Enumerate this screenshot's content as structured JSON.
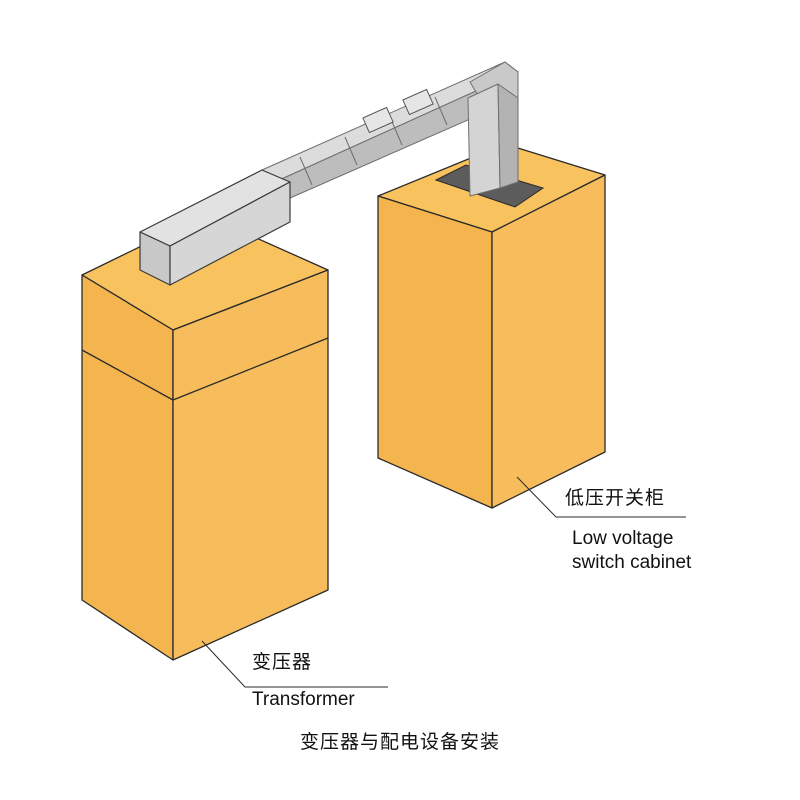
{
  "labels": {
    "cabinet_cn": "低压开关柜",
    "cabinet_en_1": "Low voltage",
    "cabinet_en_2": "switch cabinet",
    "transformer_cn": "变压器",
    "transformer_en": "Transformer"
  },
  "caption": "变压器与配电设备安装",
  "colors": {
    "box_front": "#f4b54f",
    "box_side": "#f7bd5c",
    "box_top": "#f8c25f",
    "outline": "#2a2a2a",
    "busway": "#cfcfcf",
    "busway_dark": "#a9a9a9",
    "plate": "#5c5c5c"
  }
}
